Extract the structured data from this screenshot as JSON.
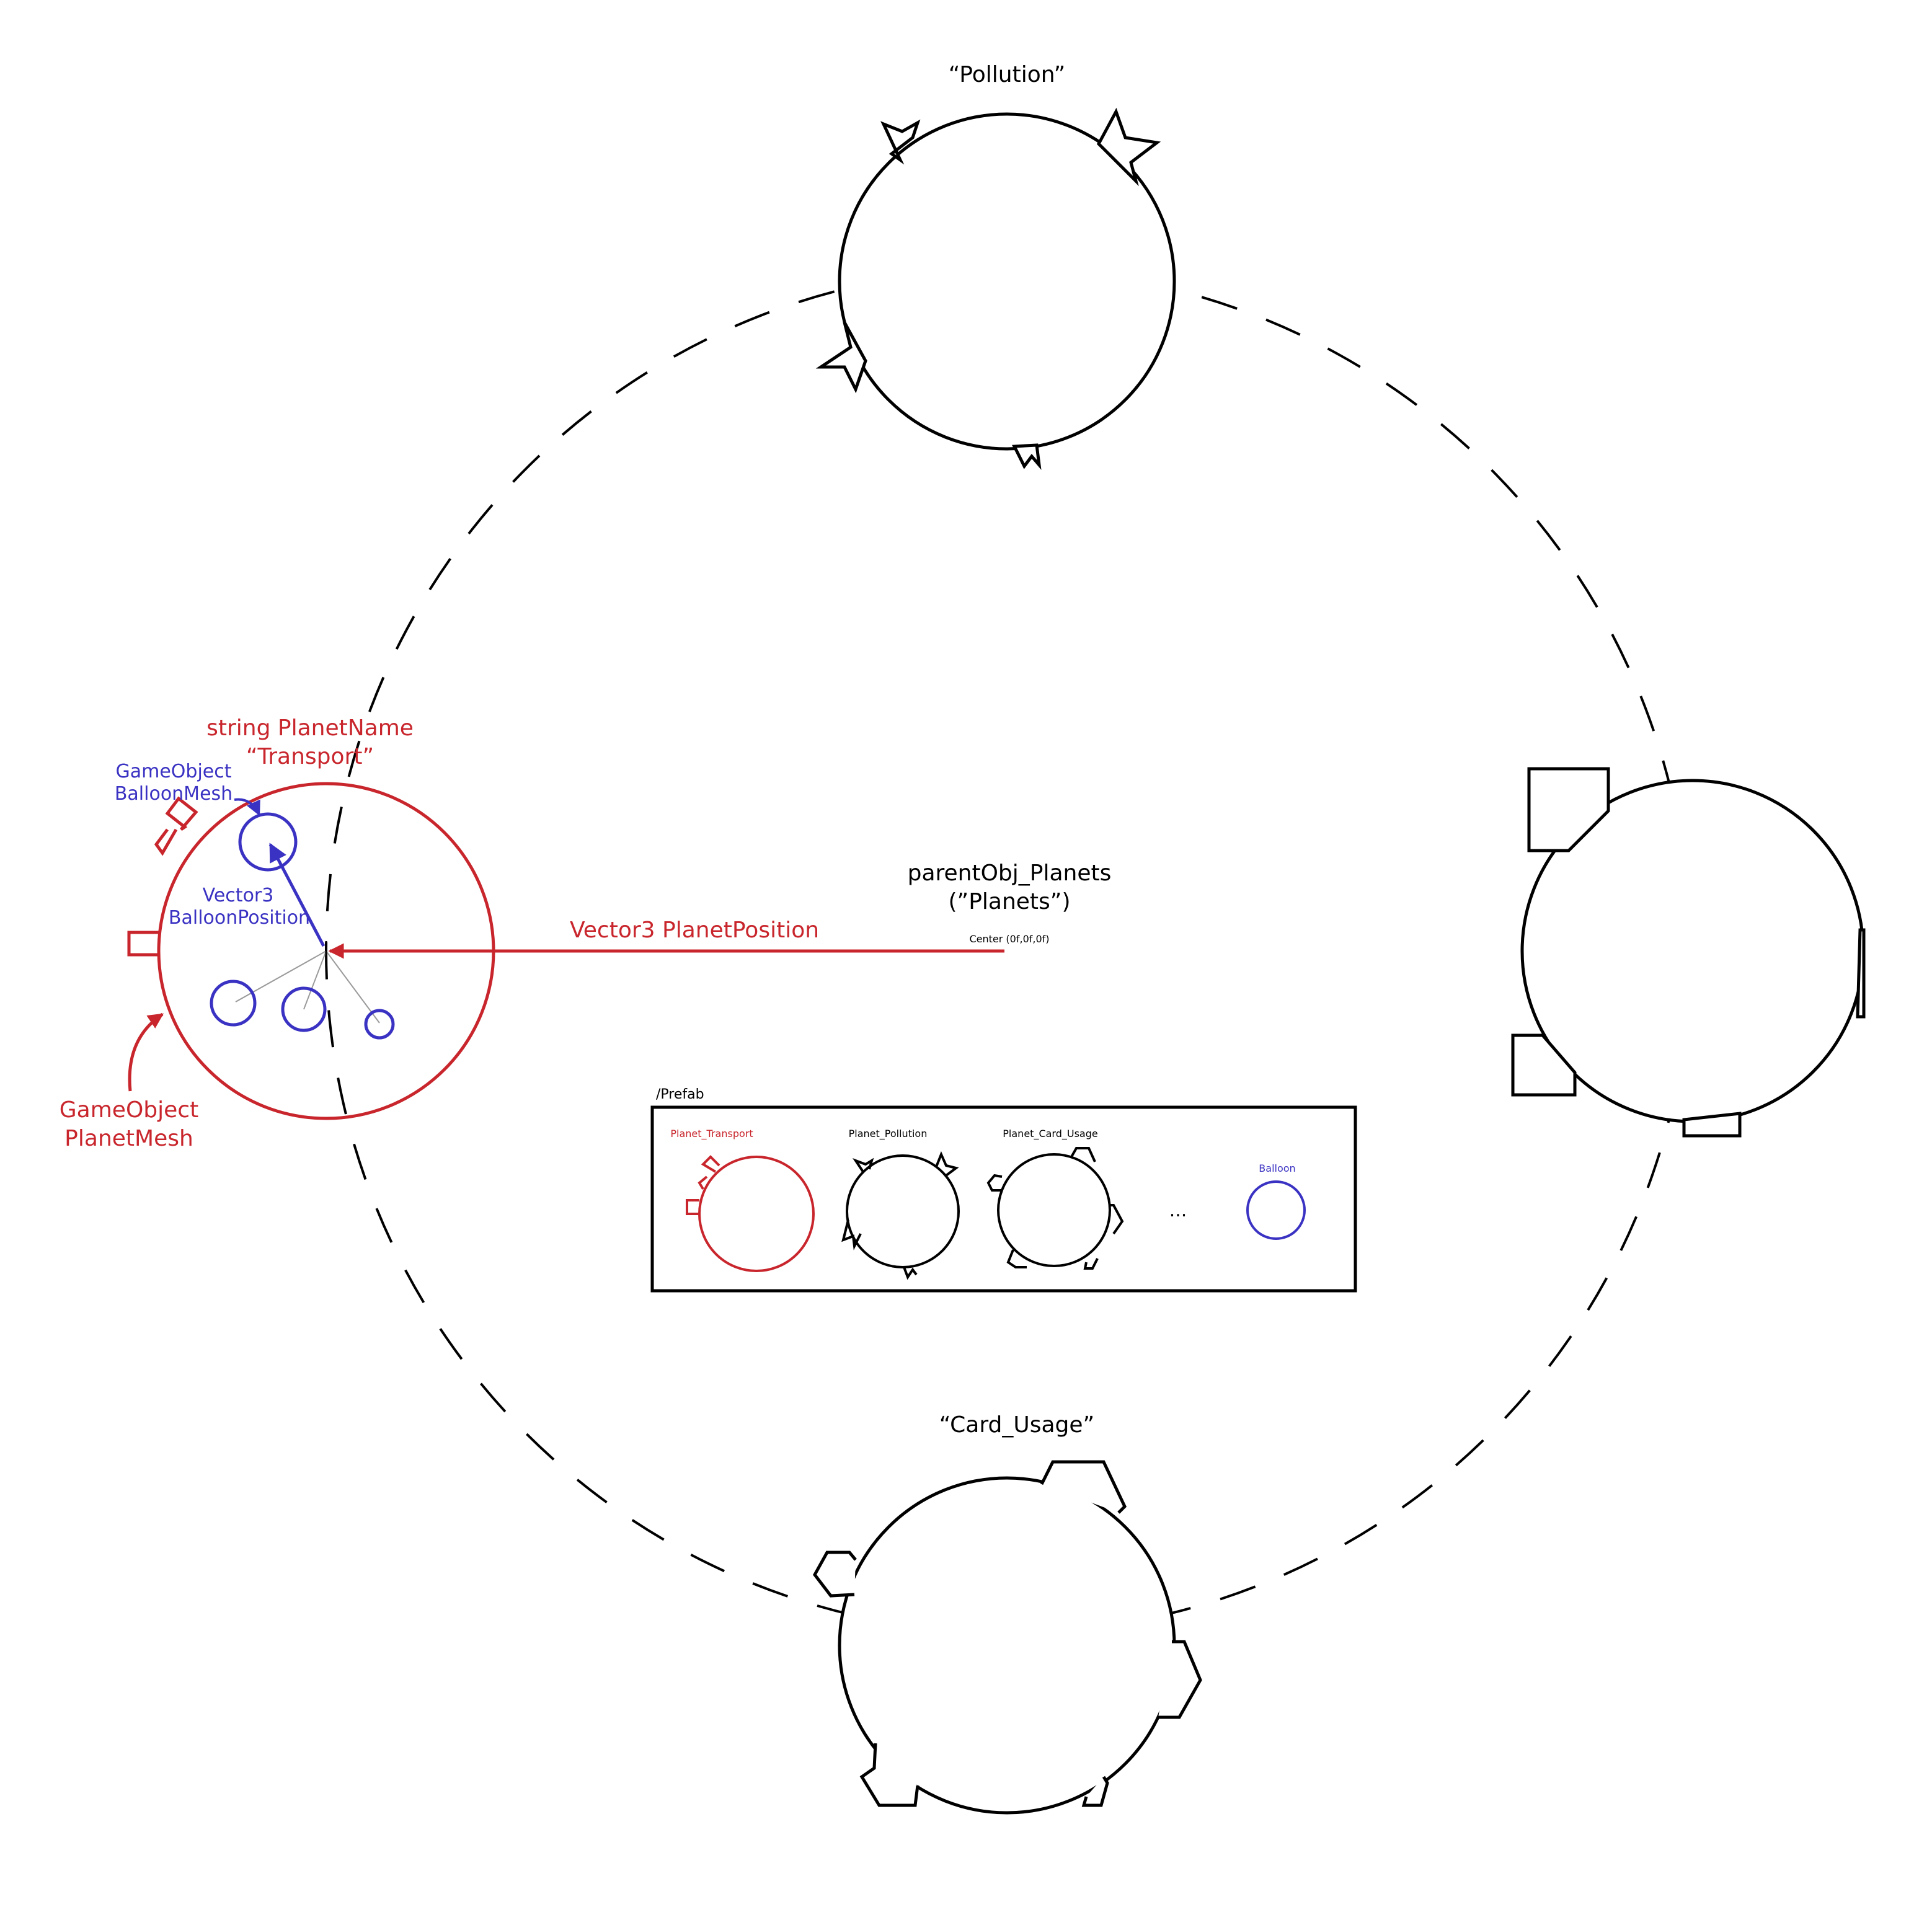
{
  "colors": {
    "black": "#000000",
    "red": "#c8262c",
    "blue": "#3a32c2",
    "gray": "#9a9a9a"
  },
  "planets": {
    "pollution": {
      "label": "“Pollution”"
    },
    "card_usage": {
      "label": "“Card_Usage”"
    },
    "transport": {
      "field_label": "string PlanetName",
      "name_value": "“Transport”"
    }
  },
  "annotations": {
    "balloon_mesh": [
      "GameObject",
      "BalloonMesh"
    ],
    "balloon_position": [
      "Vector3",
      "BalloonPosition"
    ],
    "planet_mesh": [
      "GameObject",
      "PlanetMesh"
    ],
    "planet_position": "Vector3 PlanetPosition"
  },
  "parent": {
    "name": "parentObj_Planets",
    "alias": "(”Planets”)",
    "center": "Center (0f,0f,0f)"
  },
  "prefab": {
    "folder": "/Prefab",
    "items": [
      {
        "label": "Planet_Transport",
        "color": "red"
      },
      {
        "label": "Planet_Pollution",
        "color": "black"
      },
      {
        "label": "Planet_Card_Usage",
        "color": "black"
      },
      {
        "label": "...",
        "color": "black"
      },
      {
        "label": "Balloon",
        "color": "blue"
      }
    ]
  }
}
